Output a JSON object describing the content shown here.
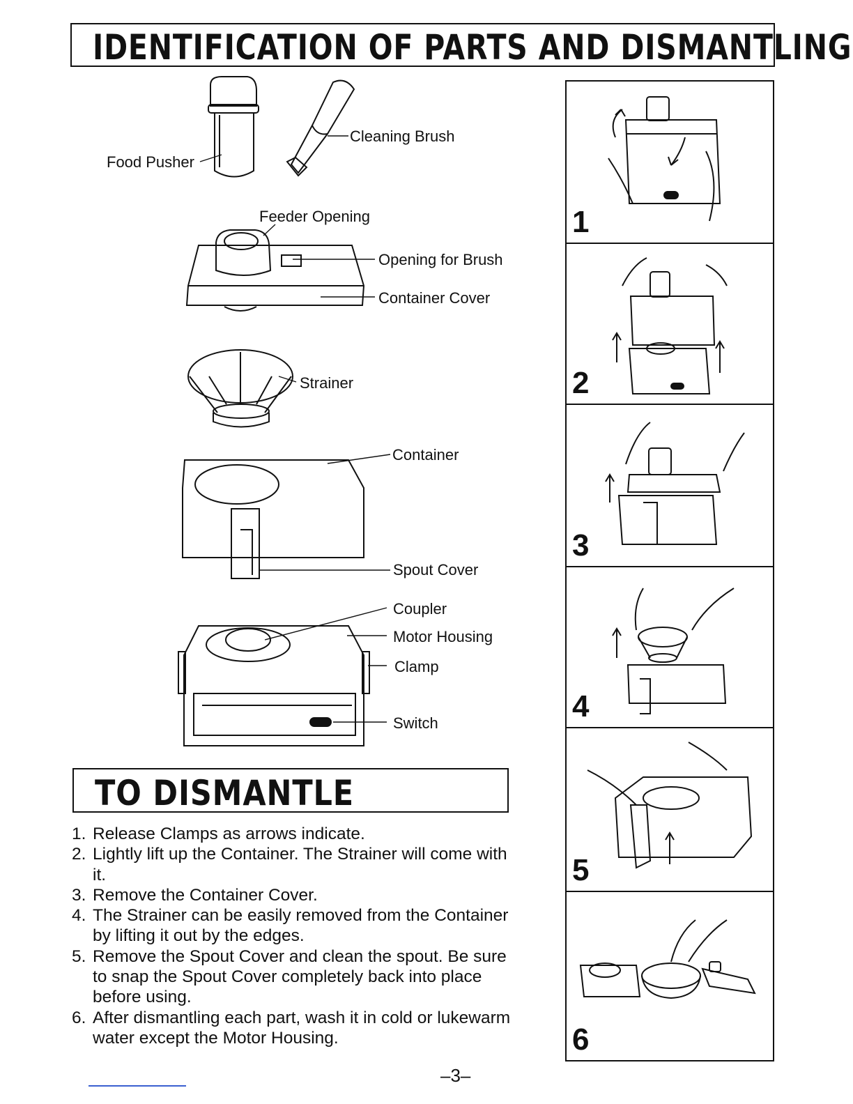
{
  "title": "IDENTIFICATION OF PARTS AND DISMANTLING",
  "parts": {
    "food_pusher": "Food Pusher",
    "cleaning_brush": "Cleaning Brush",
    "feeder_opening": "Feeder Opening",
    "opening_for_brush": "Opening for Brush",
    "container_cover": "Container Cover",
    "strainer": "Strainer",
    "container": "Container",
    "spout_cover": "Spout Cover",
    "coupler": "Coupler",
    "motor_housing": "Motor Housing",
    "clamp": "Clamp",
    "switch": "Switch"
  },
  "dismantle": {
    "heading": "TO DISMANTLE",
    "steps": [
      {
        "num": "1.",
        "text": "Release Clamps as arrows indicate."
      },
      {
        "num": "2.",
        "text": "Lightly lift up the Container. The Strainer will come with it."
      },
      {
        "num": "3.",
        "text": "Remove the Container Cover."
      },
      {
        "num": "4.",
        "text": "The Strainer can be easily removed from the Container by lifting it out by the edges."
      },
      {
        "num": "5.",
        "text": "Remove the Spout Cover and clean the spout. Be sure to snap the Spout Cover completely back into place before using."
      },
      {
        "num": "6.",
        "text": "After dismantling each part, wash it in cold or lukewarm water except the Motor Housing."
      }
    ]
  },
  "panels": [
    "1",
    "2",
    "3",
    "4",
    "5",
    "6"
  ],
  "page_number": "–3–"
}
